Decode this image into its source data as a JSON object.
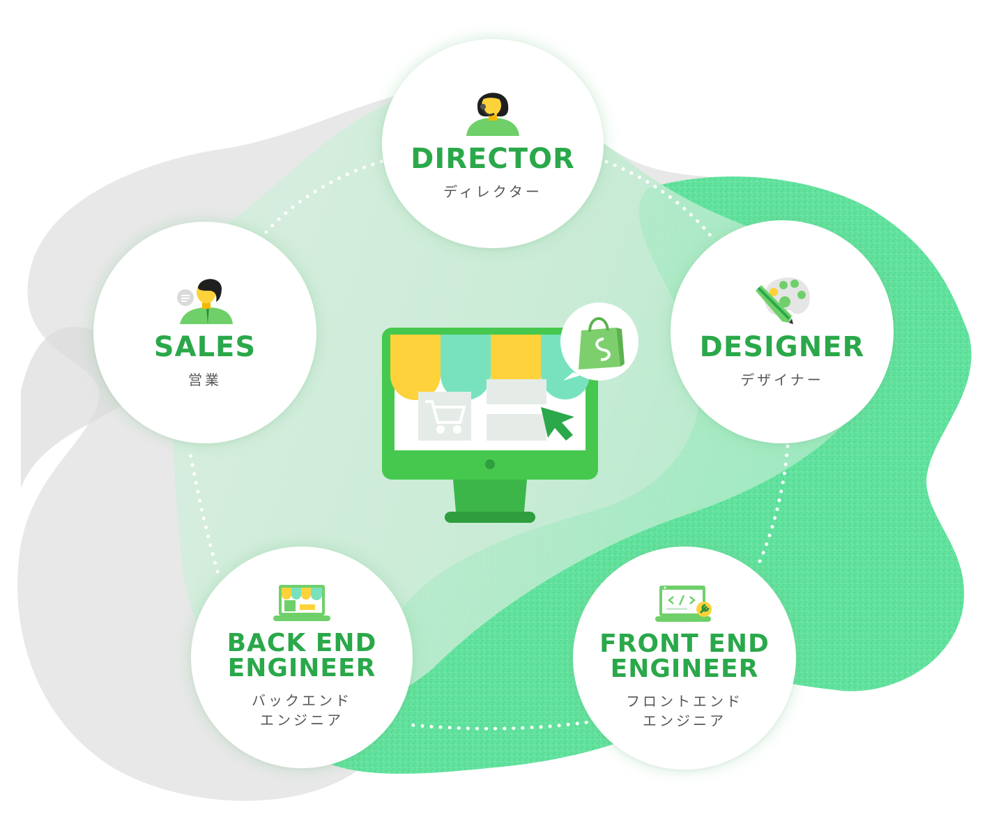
{
  "roles": {
    "director": {
      "title": "DIRECTOR",
      "subtitle": "ディレクター",
      "icon": "headset-person-icon"
    },
    "sales": {
      "title": "SALES",
      "subtitle": "営業",
      "icon": "speaking-person-icon"
    },
    "designer": {
      "title": "DESIGNER",
      "subtitle": "デザイナー",
      "icon": "palette-pencil-icon"
    },
    "backend": {
      "title": "BACK END\nENGINEER",
      "subtitle": "バックエンド\nエンジニア",
      "icon": "laptop-shop-icon"
    },
    "frontend": {
      "title": "FRONT END\nENGINEER",
      "subtitle": "フロントエンド\nエンジニア",
      "icon": "laptop-code-icon"
    }
  },
  "center": {
    "icon": "online-store-monitor-icon",
    "badge_icon": "shopping-bag-icon"
  },
  "colors": {
    "accent_green": "#2aa84a",
    "mint": "#78e2bf",
    "yellow": "#fdd23a",
    "monitor_green": "#46c84f",
    "blob_green": "#5ee09a",
    "blob_gray": "#e6e6e6"
  }
}
